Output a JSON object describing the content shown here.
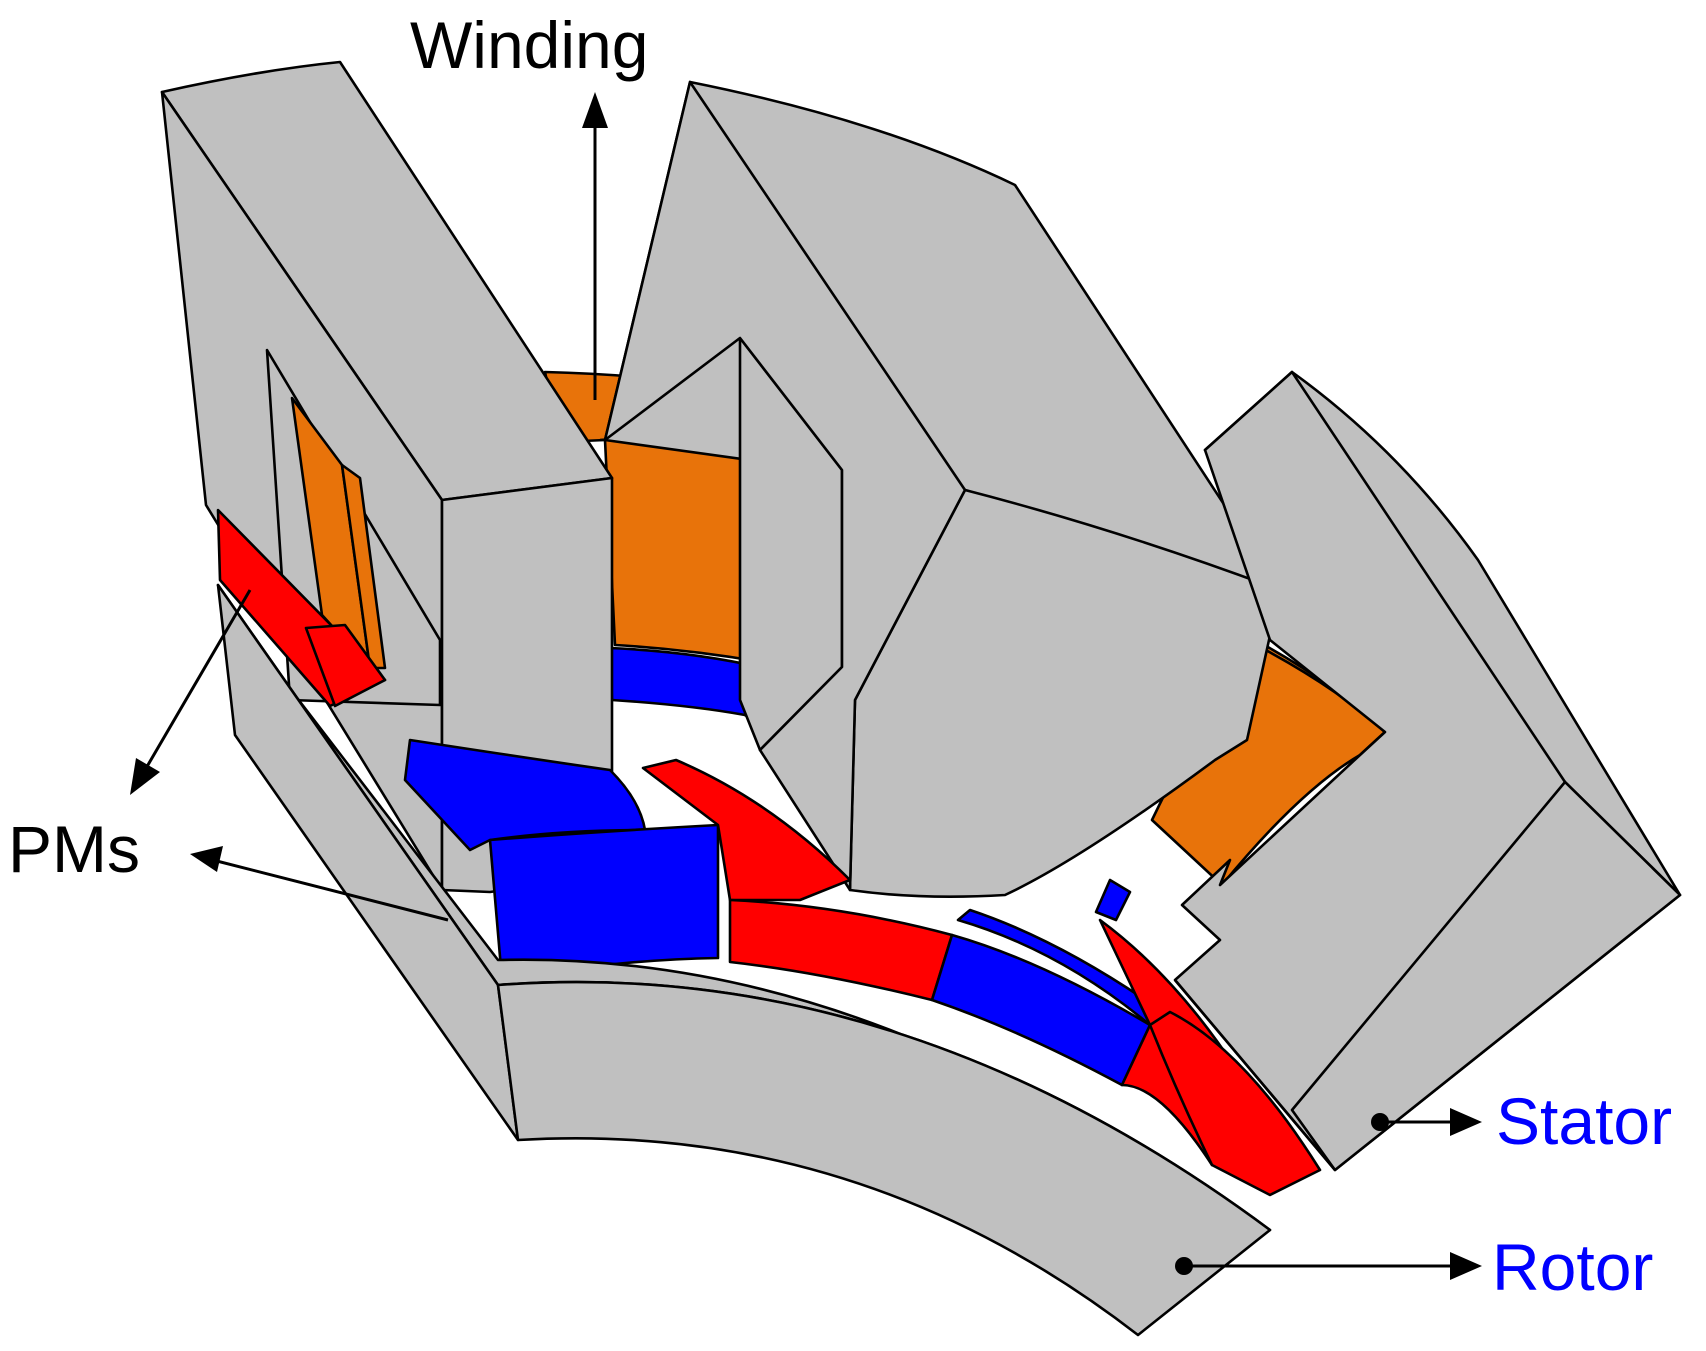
{
  "labels": {
    "winding": "Winding",
    "pms": "PMs",
    "stator": "Stator",
    "rotor": "Rotor"
  },
  "colors": {
    "steel": "#c0c0c0",
    "winding": "#e8730a",
    "pm_red": "#ff0000",
    "pm_blue": "#0000ff",
    "label_black": "#000000",
    "label_blue": "#0000ff"
  }
}
